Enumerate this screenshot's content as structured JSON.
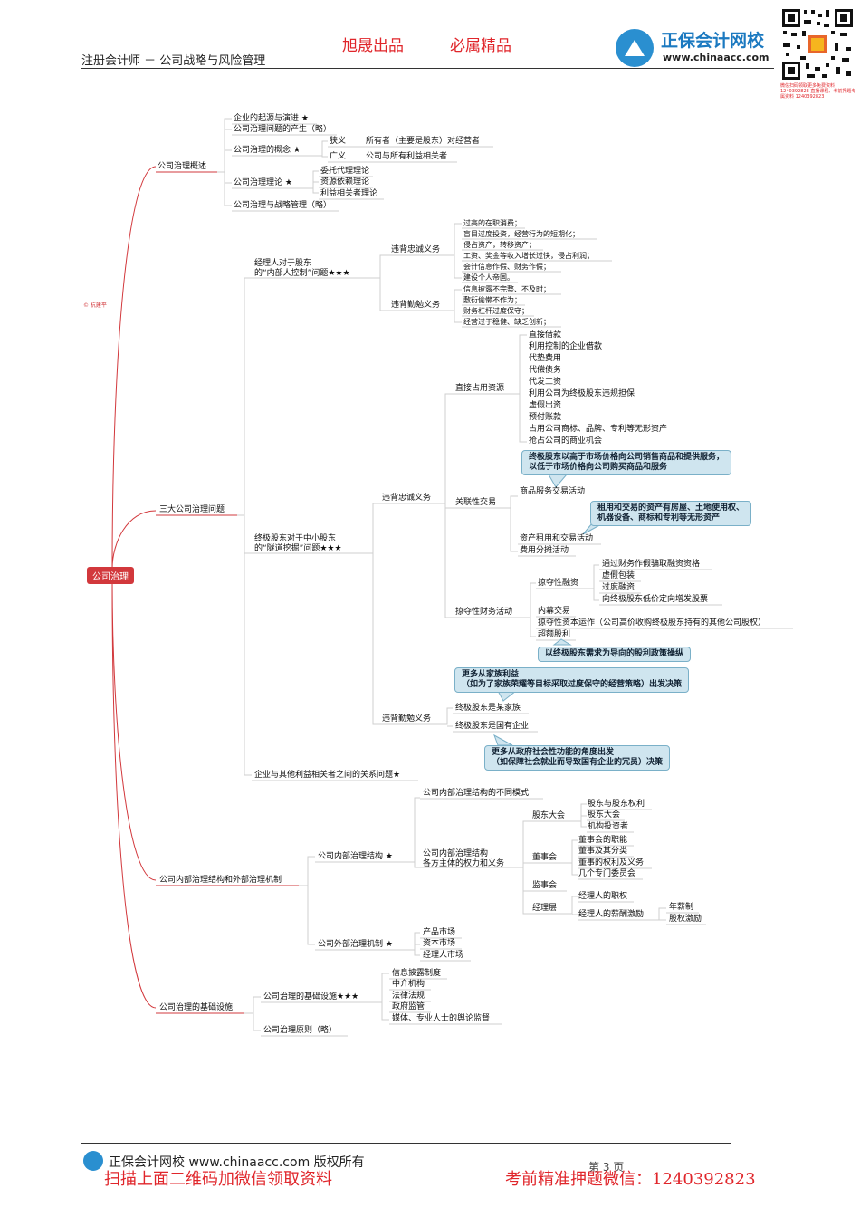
{
  "header": {
    "title": "注册会计师 － 公司战略与风险管理",
    "slogan_left": "旭晟出品",
    "slogan_right": "必属精品",
    "logo_name": "正保会计网校",
    "logo_url": "www.chinaacc.com",
    "qr_note": "微信扫码领取更多免费资料 1240392823 直播课程、考前押题专属资料 1240392823"
  },
  "watermark": "© 杭建平",
  "mindmap": {
    "root": "公司治理",
    "b1": {
      "label": "公司治理概述",
      "origin": "企业的起源与演进 ★",
      "problem": "公司治理问题的产生（略）",
      "concept": "公司治理的概念 ★",
      "narrow": "狭义",
      "narrow_desc": "所有者（主要是股东）对经营者",
      "broad": "广义",
      "broad_desc": "公司与所有利益相关者",
      "theory": "公司治理理论 ★",
      "theories": [
        "委托代理理论",
        "资源依赖理论",
        "利益相关者理论"
      ],
      "strategy": "公司治理与战略管理（略）"
    },
    "b2": {
      "label": "三大公司治理问题",
      "insider": "经理人对于股东\n的“内部人控制”问题★★★",
      "loyalty": "违背忠诚义务",
      "loyalty_items": [
        "过高的在职消费；",
        "盲目过度投资，经营行为的短期化；",
        "侵占资产，转移资产；",
        "工资、奖金等收入增长过快，侵占利润；",
        "会计信息作假、财务作假；",
        "建设个人帝国。"
      ],
      "diligence": "违背勤勉义务",
      "diligence_items": [
        "信息披露不完整、不及时；",
        "敷衍偷懒不作为；",
        "财务杠杆过度保守；",
        "经营过于稳健、缺乏创新；"
      ],
      "tunnel": "终极股东对于中小股东\n的“隧道挖掘”问题★★★",
      "t_loyalty": "违背忠诚义务",
      "direct": "直接占用资源",
      "direct_items": [
        "直接借款",
        "利用控制的企业借款",
        "代垫费用",
        "代偿债务",
        "代发工资",
        "利用公司为终极股东违规担保",
        "虚假出资",
        "预付账款",
        "占用公司商标、品牌、专利等无形资产",
        "抢占公司的商业机会"
      ],
      "related": "关联性交易",
      "callout_goods": "终极股东以高于市场价格向公司销售商品和提供服务，\n以低于市场价格向公司购买商品和服务",
      "goods": "商品服务交易活动",
      "callout_assets": "租用和交易的资产有房屋、土地使用权、\n机器设备、商标和专利等无形资产",
      "assets": "资产租用和交易活动",
      "cost": "费用分摊活动",
      "predatory": "掠夺性财务活动",
      "financing": "掠夺性融资",
      "financing_items": [
        "通过财务作假骗取融资资格",
        "虚假包装",
        "过度融资",
        "向终极股东低价定向增发股票"
      ],
      "insider_trade": "内幕交易",
      "capital_op": "掠夺性资本运作（公司高价收购终极股东持有的其他公司股权）",
      "dividend": "超额股利",
      "callout_dividend": "以终极股东需求为导向的股利政策操纵",
      "callout_family": "更多从家族利益\n（如为了家族荣耀等目标采取过度保守的经营策略）出发决策",
      "t_diligence": "违背勤勉义务",
      "family": "终极股东是某家族",
      "state": "终极股东是国有企业",
      "callout_state": "更多从政府社会性功能的角度出发\n（如保障社会就业而导致国有企业的冗员）决策",
      "stakeholders": "企业与其他利益相关者之间的关系问题★"
    },
    "b3": {
      "label": "公司内部治理结构和外部治理机制",
      "internal": "公司内部治理结构 ★",
      "modes": "公司内部治理结构的不同模式",
      "rights": "公司内部治理结构\n各方主体的权力和义务",
      "gm": "股东大会",
      "gm_items": [
        "股东与股东权利",
        "股东大会",
        "机构投资者"
      ],
      "board": "董事会",
      "board_items": [
        "董事会的职能",
        "董事及其分类",
        "董事的权利及义务",
        "几个专门委员会"
      ],
      "supervisory": "监事会",
      "mgmt": "经理层",
      "mgmt_duty": "经理人的职权",
      "mgmt_pay": "经理人的薪酬激励",
      "pay_items": [
        "年薪制",
        "股权激励"
      ],
      "external": "公司外部治理机制 ★",
      "markets": [
        "产品市场",
        "资本市场",
        "经理人市场"
      ]
    },
    "b4": {
      "label": "公司治理的基础设施",
      "infra": "公司治理的基础设施★★★",
      "infra_items": [
        "信息披露制度",
        "中介机构",
        "法律法规",
        "政府监管",
        "媒体、专业人士的舆论监督"
      ],
      "principles": "公司治理原则（略）"
    }
  },
  "footer": {
    "brand": "正保会计网校 www.chinaacc.com 版权所有",
    "page": "第 3 页",
    "red_left": "扫描上面二维码加微信领取资料",
    "red_right": "考前精准押题微信：1240392823"
  },
  "colors": {
    "accent_red": "#e0262b",
    "branch": "#d2383c",
    "callout": "#cfe5ef",
    "brand_blue": "#1b79c0"
  }
}
